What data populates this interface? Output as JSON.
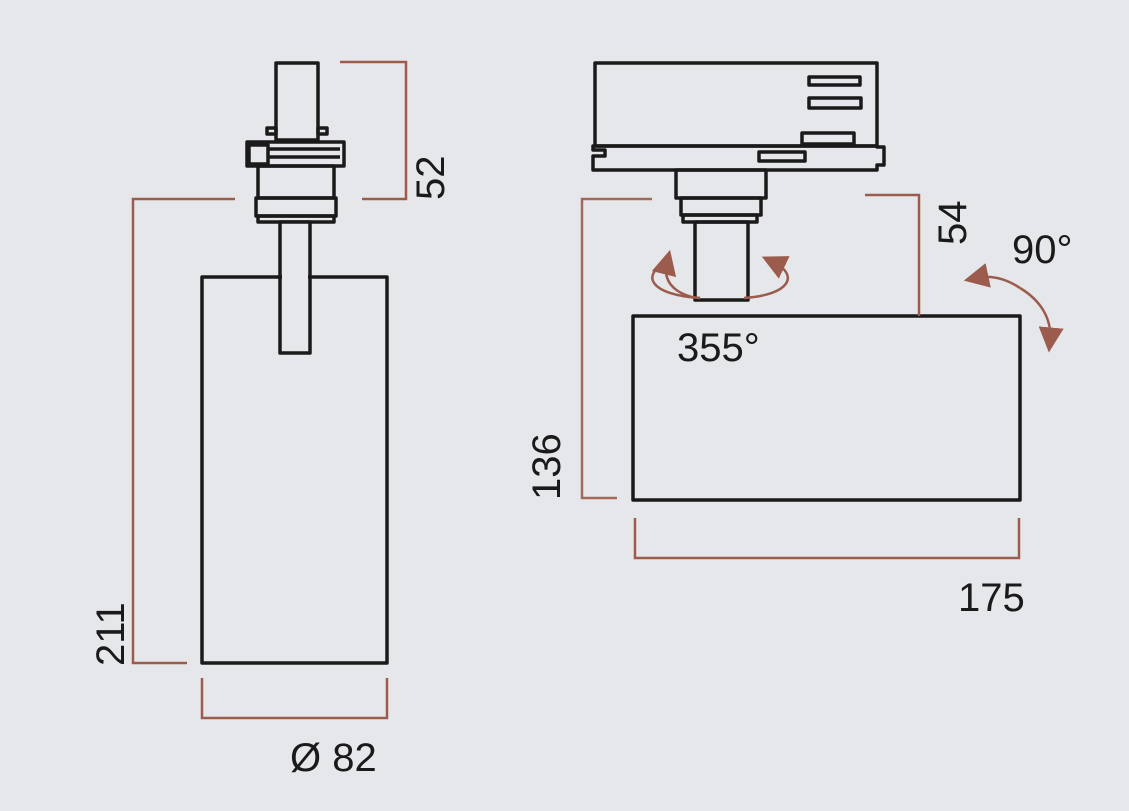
{
  "side_view": {
    "dims": {
      "height_top": "52",
      "height_total": "211",
      "diameter": "Ø 82"
    }
  },
  "front_view": {
    "dims": {
      "neck": "54",
      "head_height": "136",
      "head_width": "175"
    },
    "rotation": {
      "pan": "355°",
      "tilt": "90°"
    }
  },
  "colors": {
    "background": "#e6e7ea",
    "outline": "#1a1a1a",
    "dimension": "#9b5c4d"
  }
}
